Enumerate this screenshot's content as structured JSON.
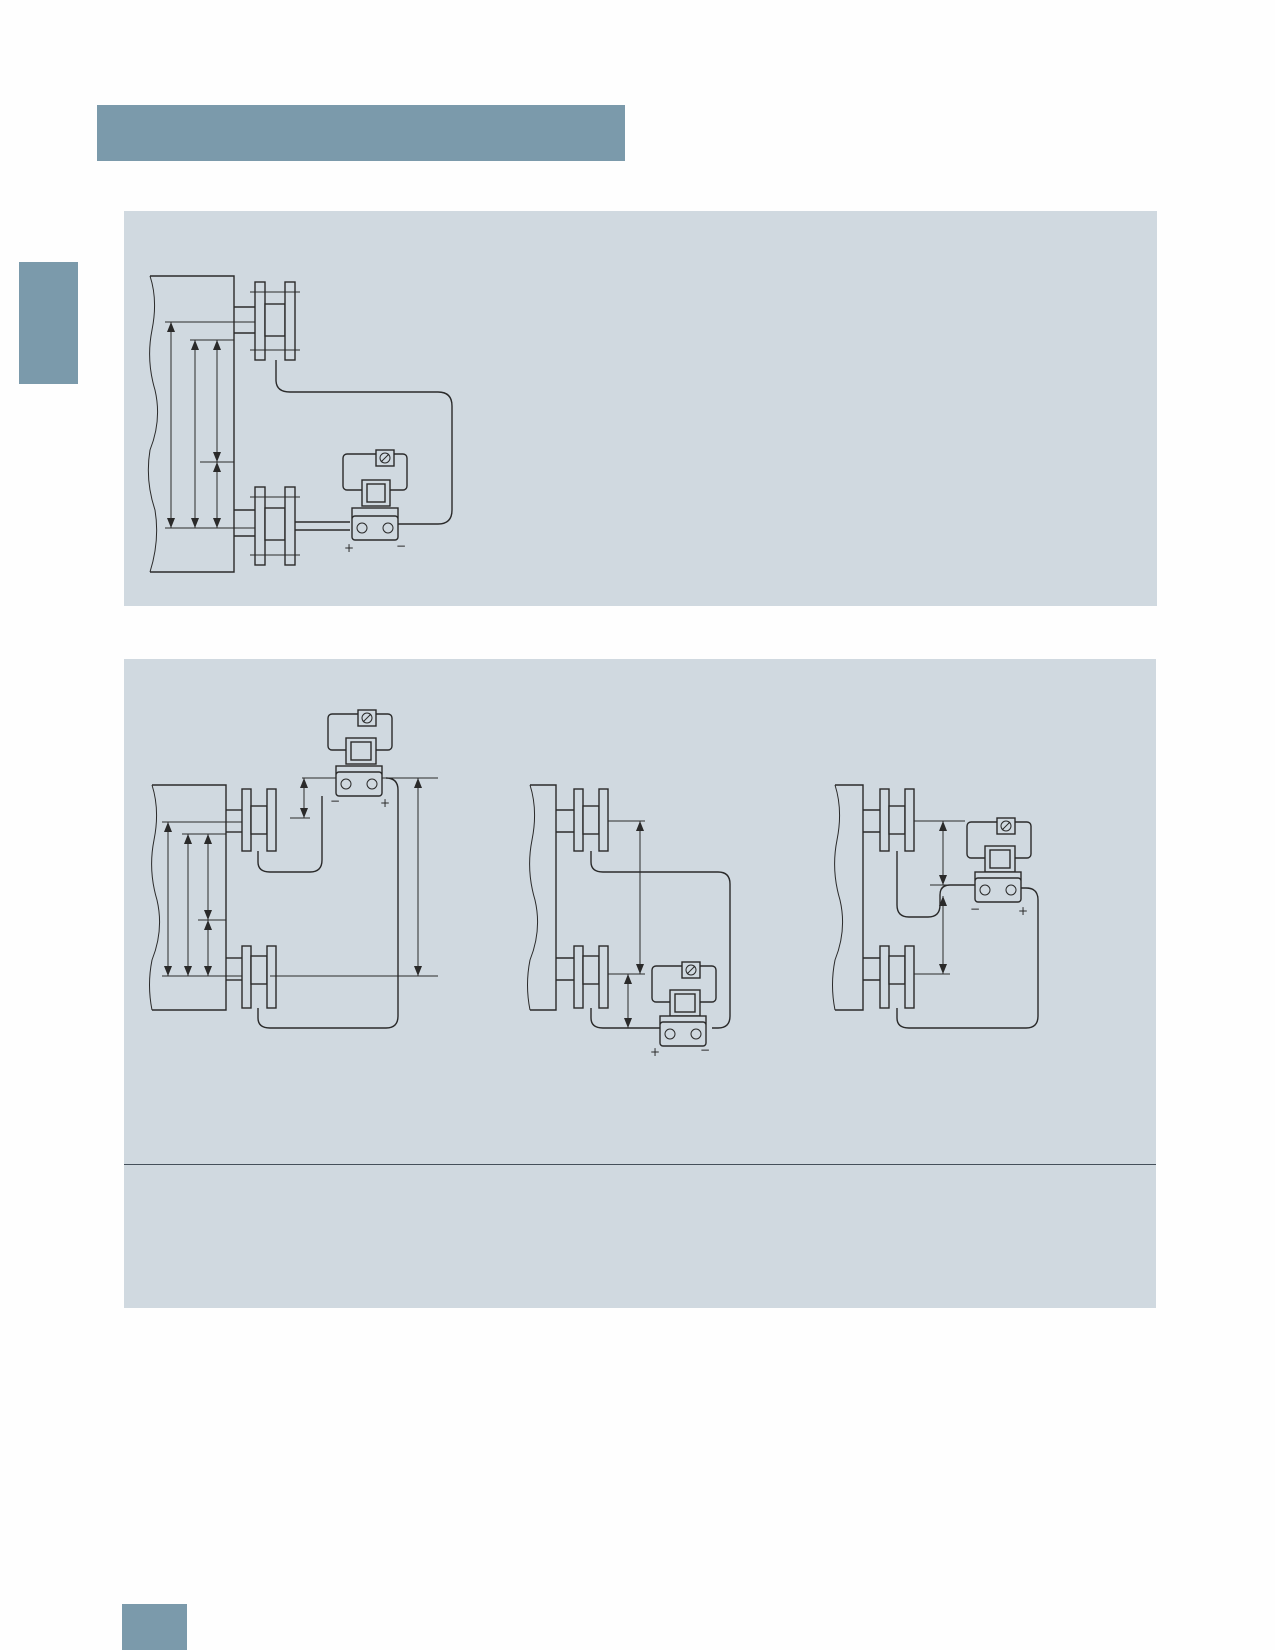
{
  "colors": {
    "accent_bar": "#7b9aab",
    "panel_bg": "#d0d9e0",
    "line": "#2a2a2a",
    "page_bg": "#fefefe"
  },
  "figures": [
    {
      "id": "fig-1",
      "signs": {
        "left": "+",
        "right": "−"
      }
    },
    {
      "id": "fig-2a",
      "signs": {
        "left": "−",
        "right": "+"
      }
    },
    {
      "id": "fig-2b",
      "signs": {
        "left": "+",
        "right": "−"
      }
    },
    {
      "id": "fig-2c",
      "signs": {
        "left": "−",
        "right": "+"
      }
    }
  ]
}
